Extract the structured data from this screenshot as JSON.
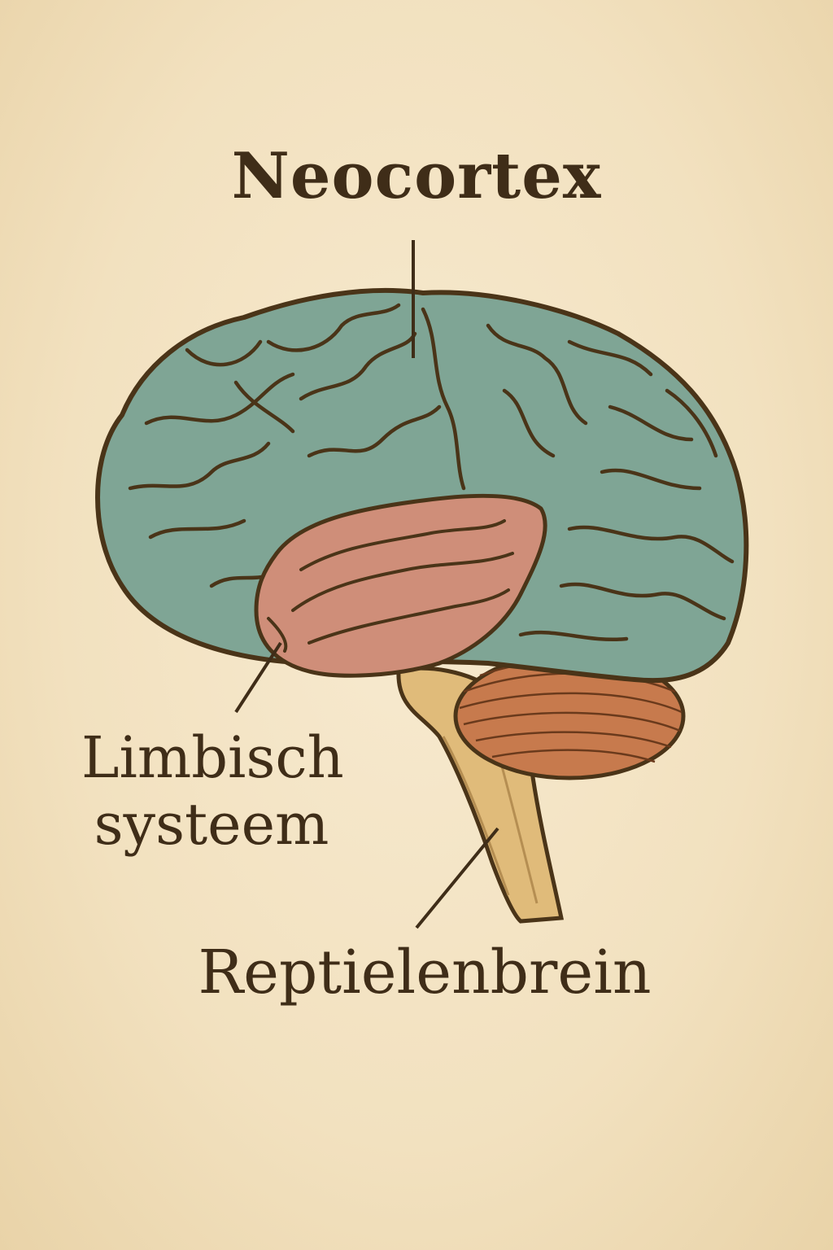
{
  "labels": {
    "neocortex": "Neocortex",
    "limbic_line1": "Limbisch",
    "limbic_line2": "systeem",
    "reptilian": "Reptielenbrein"
  },
  "colors": {
    "neocortex": "#7fa595",
    "limbic": "#cf8e79",
    "cerebellum": "#c77a4d",
    "brainstem": "#e0bb7a",
    "outline": "#4a3418",
    "background": "#f2e3c2"
  }
}
